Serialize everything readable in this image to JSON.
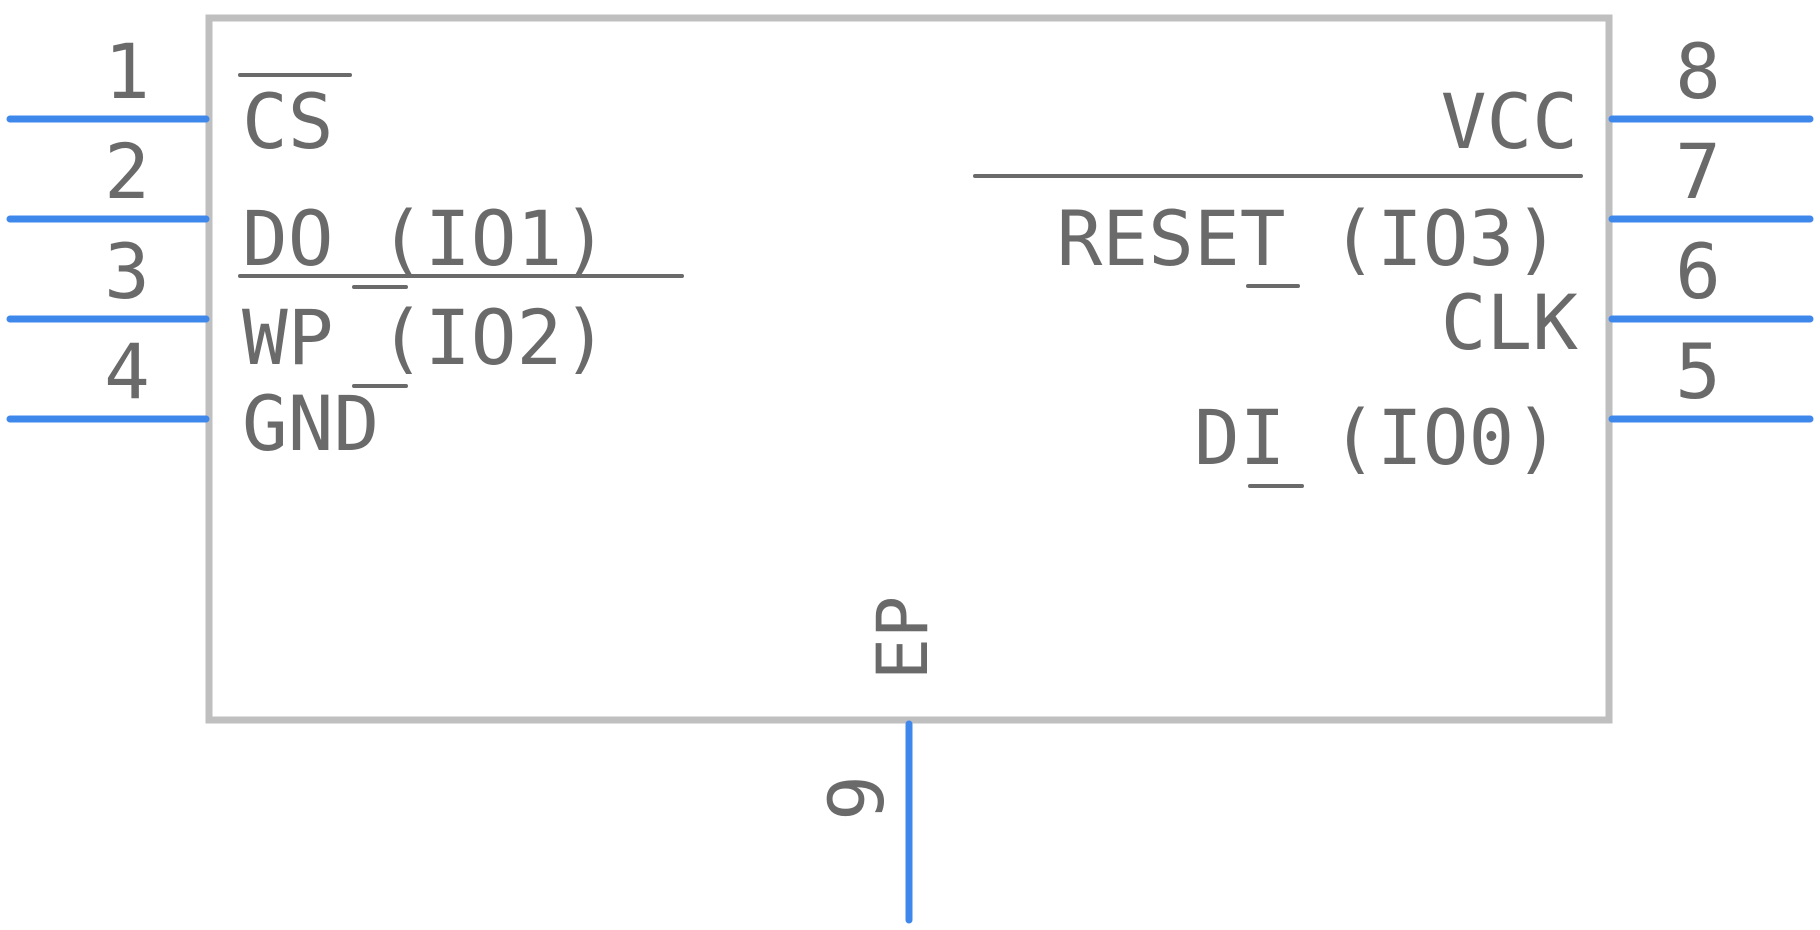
{
  "component": {
    "pins_left": [
      {
        "number": "1",
        "name": "CS"
      },
      {
        "number": "2",
        "name": "DO (IO1)"
      },
      {
        "number": "3",
        "name": "WP (IO2)"
      },
      {
        "number": "4",
        "name": "GND"
      }
    ],
    "pins_right": [
      {
        "number": "8",
        "name": "VCC"
      },
      {
        "number": "7",
        "name": "RESET (IO3)"
      },
      {
        "number": "6",
        "name": "CLK"
      },
      {
        "number": "5",
        "name": "DI (IO0)"
      }
    ],
    "pin_bottom": {
      "number": "9",
      "name": "EP"
    }
  },
  "colors": {
    "pin": "#3f88eb",
    "body_outline": "#bfbfbf",
    "text": "#6a6a6a"
  }
}
